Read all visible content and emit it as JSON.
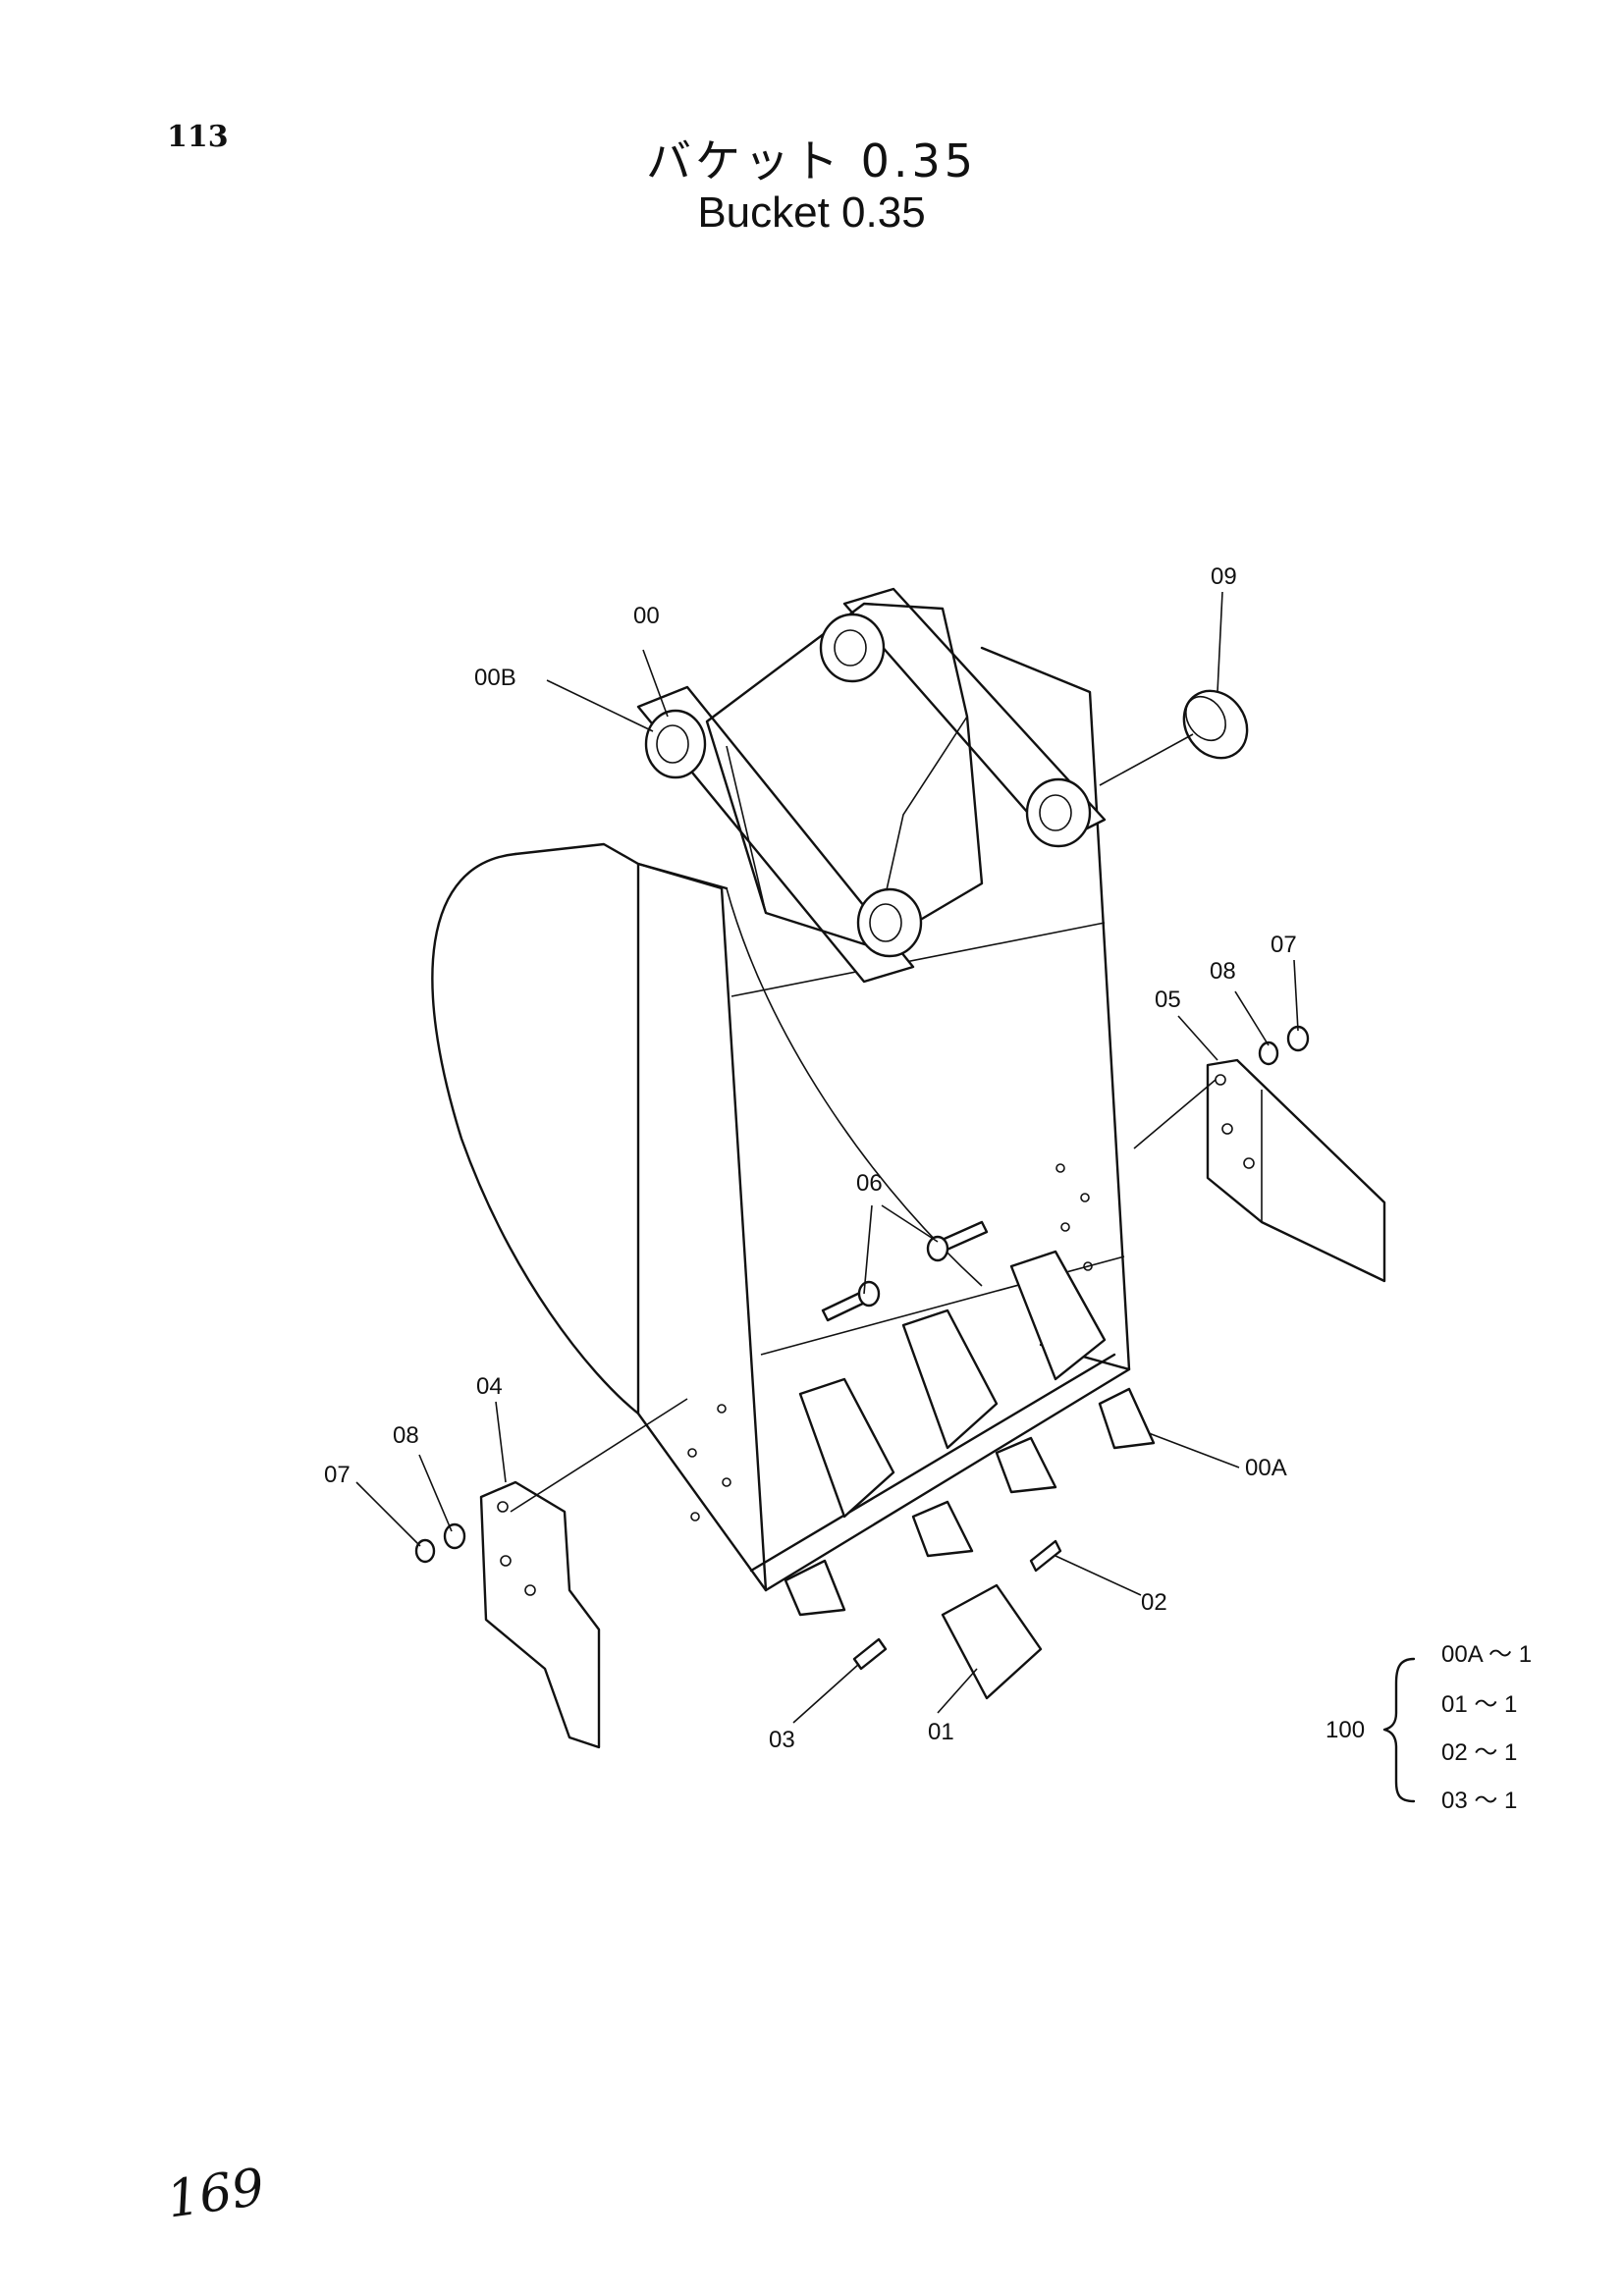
{
  "page_number": "113",
  "title_jp": "バケット 0.35",
  "title_en": "Bucket 0.35",
  "handwritten_number": "169",
  "callouts": {
    "c00": "00",
    "c00B": "00B",
    "c09": "09",
    "c07_right": "07",
    "c08_right": "08",
    "c05": "05",
    "c06": "06",
    "c04": "04",
    "c08_left": "08",
    "c07_left": "07",
    "c00A": "00A",
    "c02": "02",
    "c03": "03",
    "c01": "01"
  },
  "assembly": {
    "label": "100",
    "items": [
      "00A ～ 1",
      "01 ～ 1",
      "02 ～ 1",
      "03 ～ 1"
    ]
  }
}
